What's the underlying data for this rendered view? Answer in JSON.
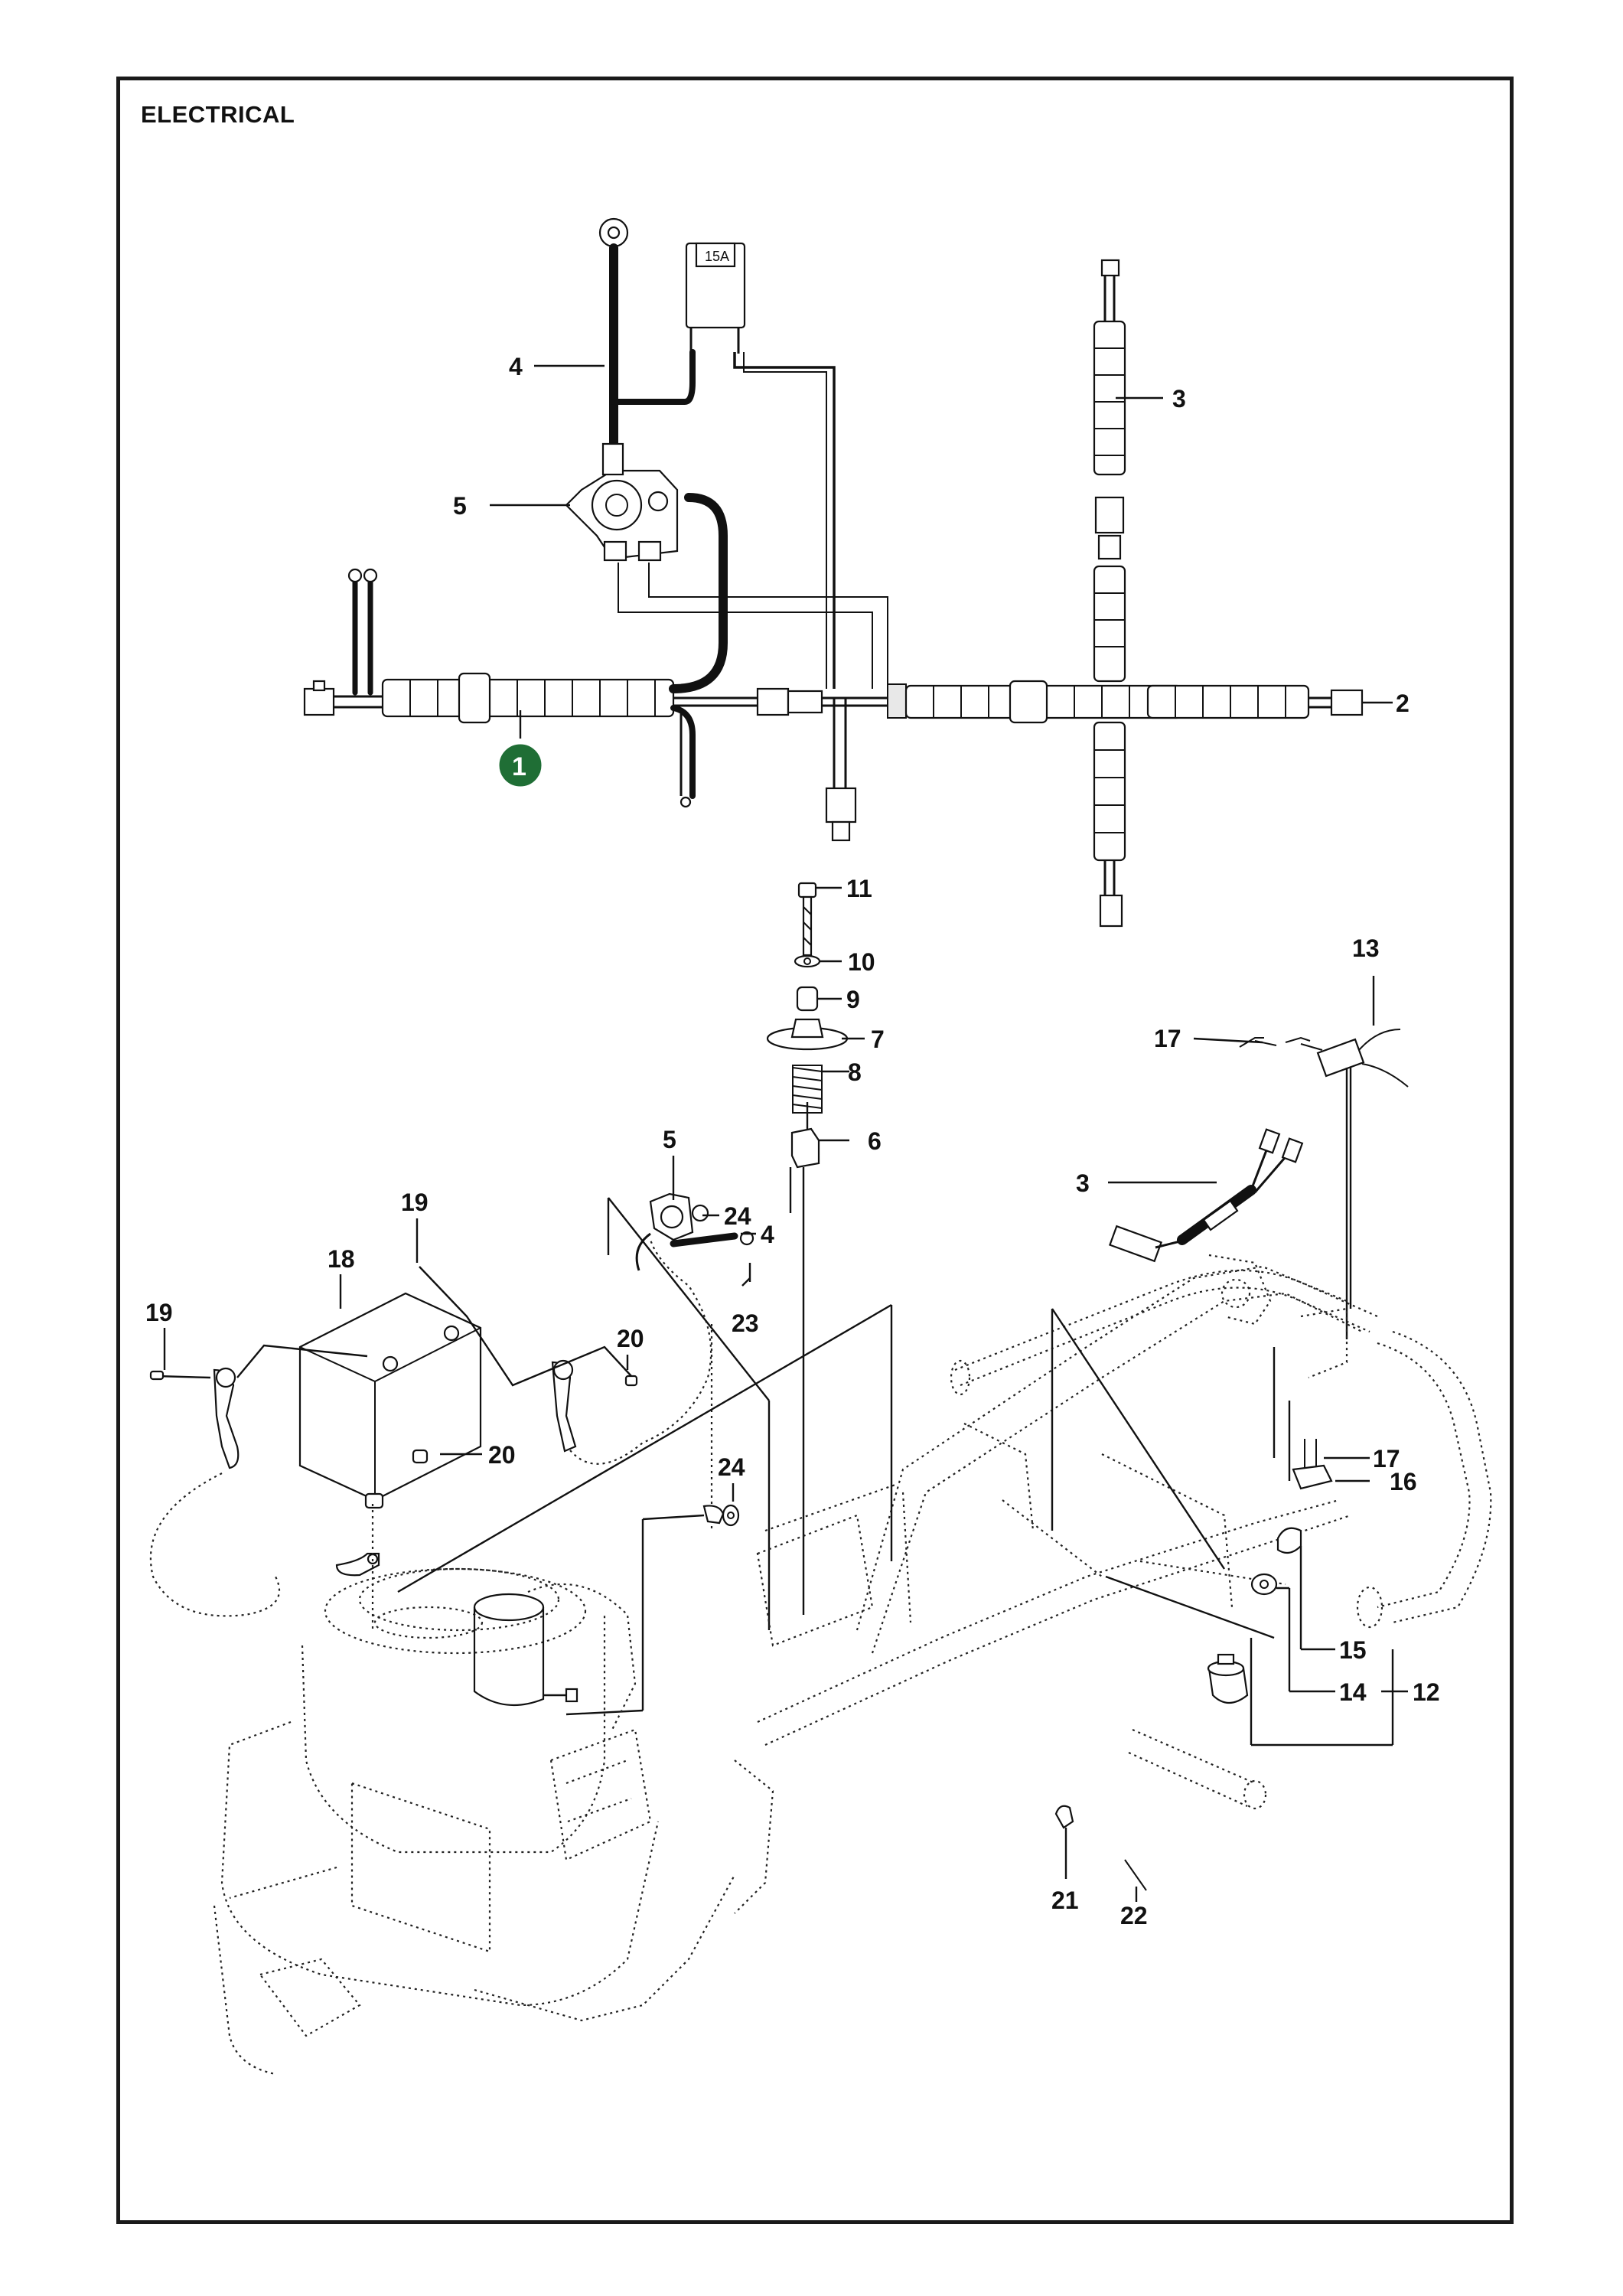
{
  "title": "ELECTRICAL",
  "fuse_rating": "15A",
  "highlighted_callout": "1",
  "labels": [
    {
      "id": "label-1",
      "text": "1"
    },
    {
      "id": "label-2",
      "text": "2"
    },
    {
      "id": "label-3-harness",
      "text": "3"
    },
    {
      "id": "label-4-cable",
      "text": "4"
    },
    {
      "id": "label-5-solenoid",
      "text": "5"
    },
    {
      "id": "label-11",
      "text": "11"
    },
    {
      "id": "label-10",
      "text": "10"
    },
    {
      "id": "label-9",
      "text": "9"
    },
    {
      "id": "label-7",
      "text": "7"
    },
    {
      "id": "label-8",
      "text": "8"
    },
    {
      "id": "label-6",
      "text": "6"
    },
    {
      "id": "label-13",
      "text": "13"
    },
    {
      "id": "label-17-upper",
      "text": "17"
    },
    {
      "id": "label-3-lower",
      "text": "3"
    },
    {
      "id": "label-5-lower",
      "text": "5"
    },
    {
      "id": "label-24-upper",
      "text": "24"
    },
    {
      "id": "label-4-lower",
      "text": "4"
    },
    {
      "id": "label-23",
      "text": "23"
    },
    {
      "id": "label-19-top",
      "text": "19"
    },
    {
      "id": "label-18",
      "text": "18"
    },
    {
      "id": "label-19-left",
      "text": "19"
    },
    {
      "id": "label-20-upper",
      "text": "20"
    },
    {
      "id": "label-20-lower",
      "text": "20"
    },
    {
      "id": "label-24-lower",
      "text": "24"
    },
    {
      "id": "label-17-lower",
      "text": "17"
    },
    {
      "id": "label-16",
      "text": "16"
    },
    {
      "id": "label-15",
      "text": "15"
    },
    {
      "id": "label-14",
      "text": "14"
    },
    {
      "id": "label-12",
      "text": "12"
    },
    {
      "id": "label-21",
      "text": "21"
    },
    {
      "id": "label-22",
      "text": "22"
    }
  ]
}
